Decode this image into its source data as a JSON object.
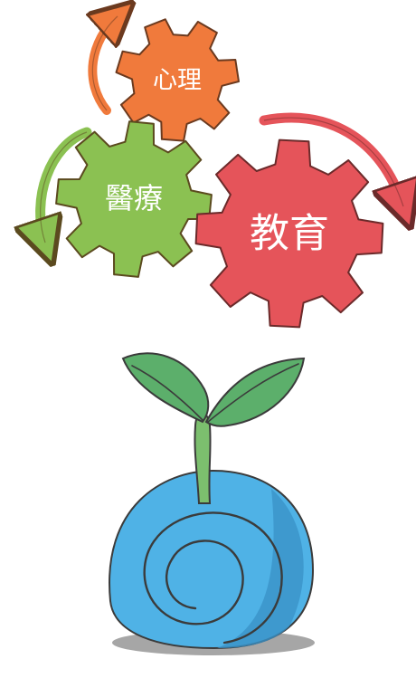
{
  "gears": {
    "psychology": {
      "label": "心理",
      "color": "#f07a3c"
    },
    "medicine": {
      "label": "醫療",
      "color": "#8bc152"
    },
    "education": {
      "label": "教育",
      "color": "#e5545a"
    }
  },
  "arrows": {
    "orange_arrow": {
      "color": "#f07a3c",
      "icon": "curved-arrow-icon"
    },
    "green_arrow": {
      "color": "#8bc152",
      "icon": "curved-arrow-icon"
    },
    "red_arrow": {
      "color": "#e5545a",
      "icon": "curved-arrow-icon"
    }
  },
  "plant": {
    "leaf_color": "#5caf6b",
    "stem_color": "#7cbf6e",
    "ball_color": "#4fb2e6",
    "ball_dark": "#3a92c8",
    "shadow_color": "#a6a6a6",
    "icon": "seedling-icon"
  }
}
